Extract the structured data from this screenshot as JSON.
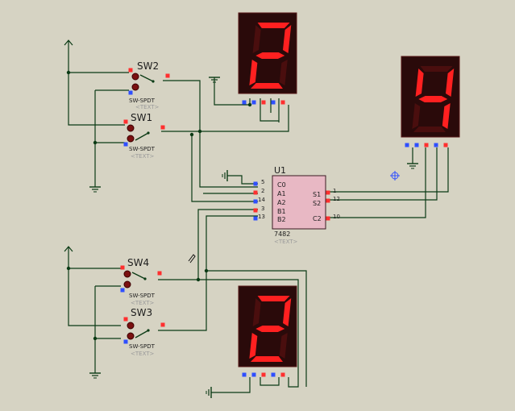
{
  "colors": {
    "background": "#d6d3c3",
    "wire": "#0a3a14",
    "display_body": "#2a0a0a",
    "segment_on": "#ff2020",
    "segment_off": "#4a0e0e",
    "pin_red": "#ff2f2f",
    "pin_blue": "#2f4fff",
    "chip_fill": "#e8b8c4",
    "label_dark": "#1e1e1e",
    "label_text": "#9a9a9a"
  },
  "displays": [
    {
      "id": "disp-top",
      "digit": "2"
    },
    {
      "id": "disp-right",
      "digit": "4"
    },
    {
      "id": "disp-bottom",
      "digit": "2"
    }
  ],
  "switches": [
    {
      "name": "SW2",
      "type": "SW-SPDT",
      "text": "<TEXT>"
    },
    {
      "name": "SW1",
      "type": "SW-SPDT",
      "text": "<TEXT>"
    },
    {
      "name": "SW4",
      "type": "SW-SPDT",
      "text": "<TEXT>"
    },
    {
      "name": "SW3",
      "type": "SW-SPDT",
      "text": "<TEXT>"
    }
  ],
  "chip": {
    "ref": "U1",
    "part": "7482",
    "text": "<TEXT>",
    "left_pins": [
      {
        "num": "5",
        "name": "C0"
      },
      {
        "num": "2",
        "name": "A1"
      },
      {
        "num": "14",
        "name": "A2"
      },
      {
        "num": "3",
        "name": "B1"
      },
      {
        "num": "13",
        "name": "B2"
      }
    ],
    "right_pins": [
      {
        "num": "1",
        "name": "S1"
      },
      {
        "num": "12",
        "name": "S2"
      },
      {
        "num": "10",
        "name": "C2"
      }
    ]
  }
}
